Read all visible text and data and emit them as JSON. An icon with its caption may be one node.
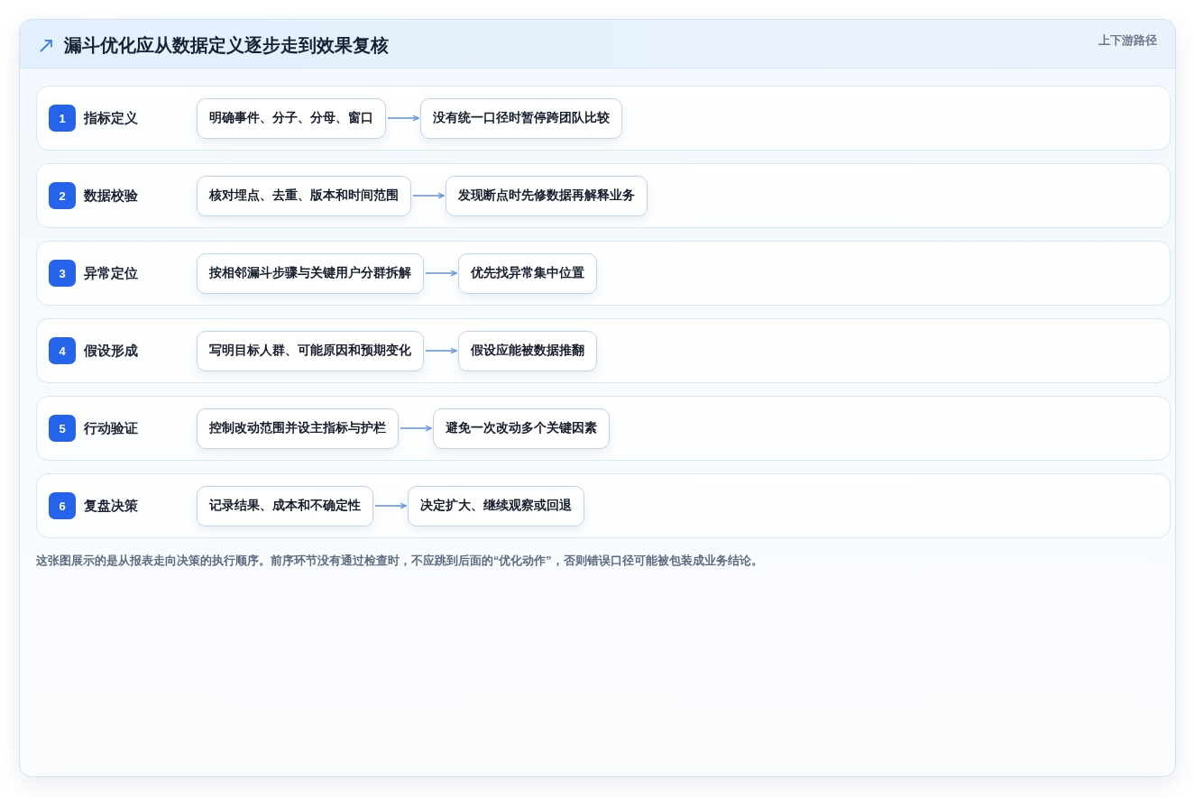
{
  "diagram": {
    "title": "漏斗优化应从数据定义逐步走到效果复核",
    "caption": "这张图展示的是从报表走向决策的执行顺序。前序环节没有通过检查时，不应跳到后面的“优化动作”，否则错误口径可能被包装成业务结论。",
    "nodes": [
      {
        "text": [
          "指标定义"
        ]
      },
      {
        "text": [
          "1"
        ],
        "in": 0
      },
      {
        "text": [
          "明确事件、分子、分母、窗口"
        ],
        "in": 0
      },
      {
        "text": [
          "没有统一口径时暂停跨团队比较"
        ],
        "in": 0
      },
      {
        "text": [
          "数据校验"
        ]
      },
      {
        "text": [
          "2"
        ],
        "in": 4
      },
      {
        "text": [
          "核对埋点、去重、版本和时间范围"
        ],
        "in": 4
      },
      {
        "text": [
          "发现断点时先修数据再解释业务"
        ],
        "in": 4
      },
      {
        "text": [
          "异常定位"
        ]
      },
      {
        "text": [
          "3"
        ],
        "in": 8
      },
      {
        "text": [
          "按相邻漏斗步骤与关键用户分群拆解"
        ],
        "in": 8
      },
      {
        "text": [
          "优先找异常集中位置"
        ],
        "in": 8
      },
      {
        "text": [
          "假设形成"
        ]
      },
      {
        "text": [
          "4"
        ],
        "in": 12
      },
      {
        "text": [
          "写明目标人群、可能原因和预期变化"
        ],
        "in": 12
      },
      {
        "text": [
          "假设应能被数据推翻"
        ],
        "in": 12
      },
      {
        "text": [
          "行动验证"
        ]
      },
      {
        "text": [
          "5"
        ],
        "in": 16
      },
      {
        "text": [
          "控制改动范围并设主指标与护栏"
        ],
        "in": 16
      },
      {
        "text": [
          "避免一次改动多个关键因素"
        ],
        "in": 16
      },
      {
        "text": [
          "复盘决策"
        ]
      },
      {
        "text": [
          "6"
        ],
        "in": 20
      },
      {
        "text": [
          "记录结果、成本和不确定性"
        ],
        "in": 20
      },
      {
        "text": [
          "决定扩大、继续观察或回退"
        ],
        "in": 20
      }
    ],
    "edges": [
      {
        "from": 2,
        "to": 3,
        "arrow": "to"
      },
      {
        "from": 6,
        "to": 7,
        "arrow": "to"
      },
      {
        "from": 10,
        "to": 11,
        "arrow": "to"
      },
      {
        "from": 14,
        "to": 15,
        "arrow": "to"
      },
      {
        "from": 18,
        "to": 19,
        "arrow": "to"
      },
      {
        "from": 22,
        "to": 23,
        "arrow": "to"
      }
    ],
    "labels": [
      "上下游路径"
    ]
  }
}
